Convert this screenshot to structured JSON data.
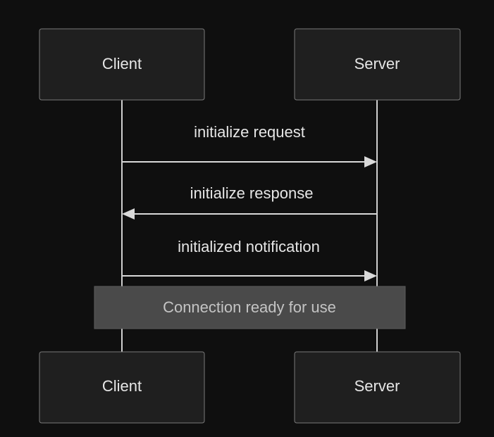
{
  "participants": {
    "client": "Client",
    "server": "Server"
  },
  "messages": [
    {
      "label": "initialize request",
      "from": "client",
      "to": "server"
    },
    {
      "label": "initialize response",
      "from": "server",
      "to": "client"
    },
    {
      "label": "initialized notification",
      "from": "client",
      "to": "server"
    }
  ],
  "note": {
    "label": "Connection ready for use"
  },
  "colors": {
    "background": "#0f0f0f",
    "box_fill": "#1f1f1f",
    "note_fill": "#4a4a4a",
    "line": "#d9d9d9"
  }
}
